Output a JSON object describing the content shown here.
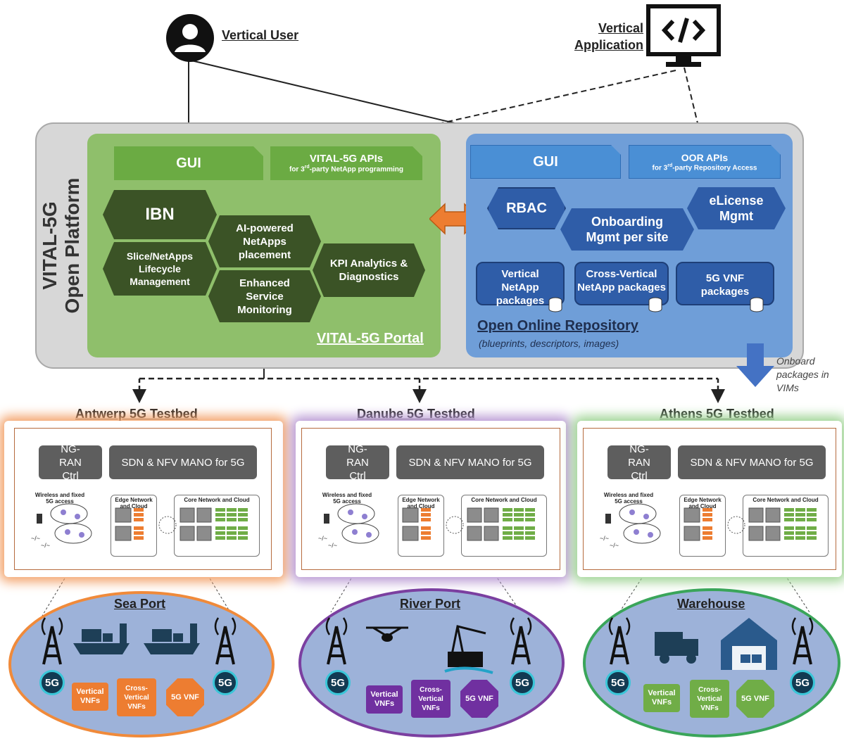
{
  "top": {
    "vertical_user": "Vertical User",
    "vertical_application_line1": "Vertical",
    "vertical_application_line2": "Application"
  },
  "platform": {
    "side_label_line1": "VITAL-5G",
    "side_label_line2": "Open Platform"
  },
  "portal": {
    "gui": "GUI",
    "apis_title": "VITAL-5G APIs",
    "apis_subtitle_pre": "for 3",
    "apis_subtitle_sup": "rd",
    "apis_subtitle_post": "-party NetApp programming",
    "ibn": "IBN",
    "ai_placement": "AI-powered NetApps placement",
    "lifecycle": "Slice/NetApps Lifecycle Management",
    "kpi": "KPI Analytics & Diagnostics",
    "monitoring": "Enhanced Service Monitoring",
    "label": "VITAL-5G Portal"
  },
  "repository": {
    "gui": "GUI",
    "apis_title": "OOR APIs",
    "apis_subtitle_pre": "for 3",
    "apis_subtitle_sup": "rd",
    "apis_subtitle_post": "-party Repository Access",
    "rbac": "RBAC",
    "elicense": "eLicense Mgmt",
    "onboarding": "Onboarding Mgmt per site",
    "pkg_vertical": "Vertical NetApp packages",
    "pkg_cross": "Cross-Vertical NetApp packages",
    "pkg_vnf": "5G VNF packages",
    "label": "Open Online Repository",
    "sublabel": "(blueprints, descriptors, images)"
  },
  "onboard_note": "Onboard packages in VIMs",
  "testbeds": [
    {
      "name": "Antwerp 5G Testbed",
      "site": "Sea Port",
      "color": "#e9782f",
      "ell_color": "#f08a3a"
    },
    {
      "name": "Danube 5G Testbed",
      "site": "River Port",
      "color": "#7a3ea0",
      "ell_color": "#7b3fa0"
    },
    {
      "name": "Athens 5G Testbed",
      "site": "Warehouse",
      "color": "#5fb04a",
      "ell_color": "#3aa55a"
    }
  ],
  "testbed_box": {
    "ngran": "NG-RAN Ctrl",
    "mano": "SDN & NFV MANO for 5G",
    "wireless": "Wireless and fixed 5G access",
    "edge": "Edge Network and Cloud",
    "core": "Core Network and Cloud"
  },
  "vnfs": {
    "vertical": "Vertical VNFs",
    "cross": "Cross-Vertical VNFs",
    "fiveg": "5G VNF",
    "badge": "5G"
  },
  "colors": {
    "green_portal": "#8fbf6b",
    "blue_repo": "#6f9ed8",
    "platform_gray": "#d7d7d7",
    "dark_green": "#3b5326",
    "dark_blue": "#2f5da8"
  }
}
